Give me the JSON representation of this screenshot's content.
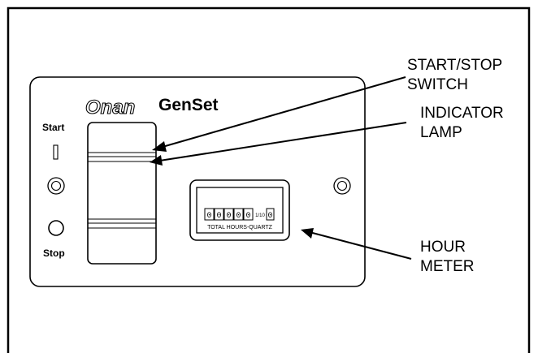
{
  "panel": {
    "brand_logo_text": "Onan",
    "brand_name": "GenSet",
    "start_label": "Start",
    "stop_label": "Stop"
  },
  "hour_meter": {
    "digits": [
      "0",
      "0",
      "0",
      "0",
      "0"
    ],
    "tenth_fraction": "1/10",
    "tenth_digit": "0",
    "caption": "TOTAL HOURS-QUARTZ"
  },
  "callouts": {
    "start_stop_switch": [
      "START/STOP",
      "SWITCH"
    ],
    "indicator_lamp": [
      "INDICATOR",
      "LAMP"
    ],
    "hour_meter": [
      "HOUR",
      "METER"
    ]
  },
  "colors": {
    "ink": "#000000",
    "background": "#ffffff"
  }
}
